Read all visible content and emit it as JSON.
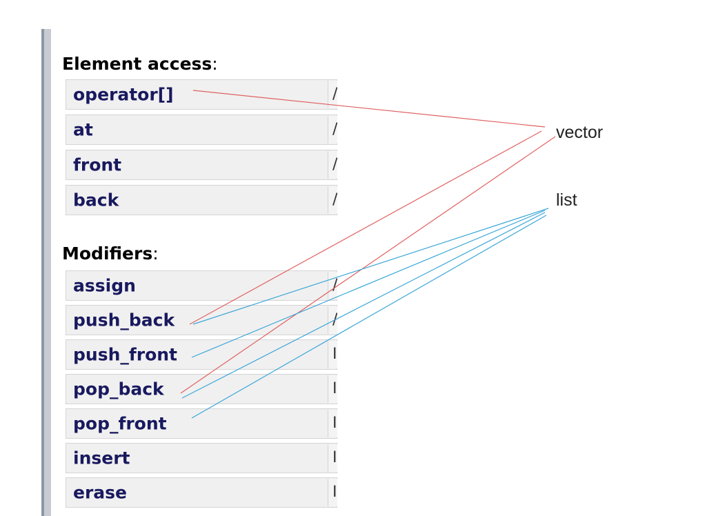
{
  "sections": [
    {
      "heading": "Element access",
      "items": [
        {
          "name": "operator[]",
          "desc": "/"
        },
        {
          "name": "at",
          "desc": "/"
        },
        {
          "name": "front",
          "desc": "/"
        },
        {
          "name": "back",
          "desc": "/"
        }
      ]
    },
    {
      "heading": "Modifiers",
      "items": [
        {
          "name": "assign",
          "desc": "/"
        },
        {
          "name": "push_back",
          "desc": "/"
        },
        {
          "name": "push_front",
          "desc": "I"
        },
        {
          "name": "pop_back",
          "desc": "I"
        },
        {
          "name": "pop_front",
          "desc": "I"
        },
        {
          "name": "insert",
          "desc": "I"
        },
        {
          "name": "erase",
          "desc": "I"
        }
      ]
    }
  ],
  "annotations": {
    "vector": "vector",
    "list": "list"
  },
  "colors": {
    "vector_line": "#e06060",
    "list_line": "#3aa6d8",
    "item_text": "#19195f"
  }
}
